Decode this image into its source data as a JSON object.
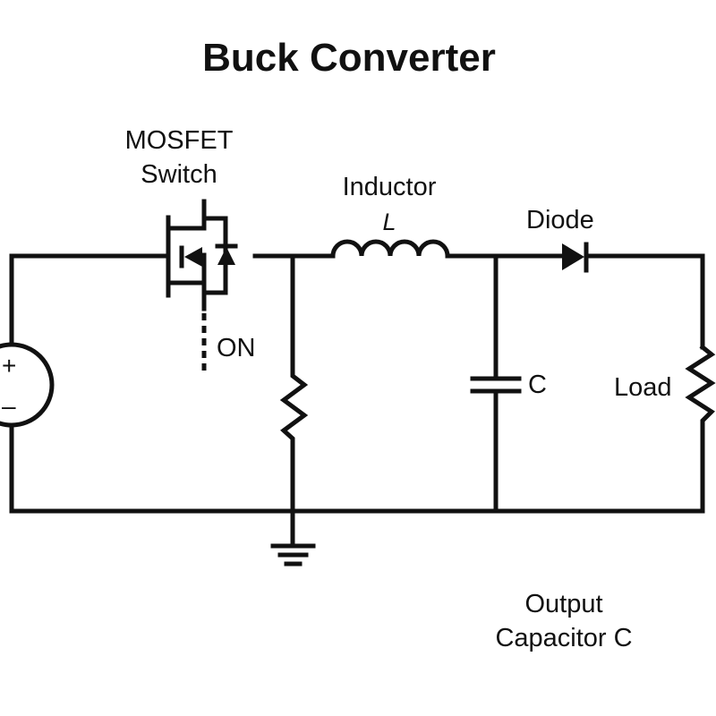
{
  "title": "Buck Converter",
  "labels": {
    "mosfet_line1": "MOSFET",
    "mosfet_line2": "Switch",
    "inductor": "Inductor",
    "inductor_symbol": "L",
    "diode": "Diode",
    "gate_signal": "ON",
    "capacitor_symbol": "C",
    "load": "Load",
    "output_line1": "Output",
    "output_line2": "Capacitor C",
    "source_plus": "+",
    "source_minus": "–"
  },
  "components": [
    "voltage-source",
    "mosfet-switch",
    "resistor",
    "inductor",
    "diode",
    "capacitor",
    "load-resistor",
    "ground"
  ],
  "colors": {
    "stroke": "#111111",
    "background": "#ffffff"
  }
}
